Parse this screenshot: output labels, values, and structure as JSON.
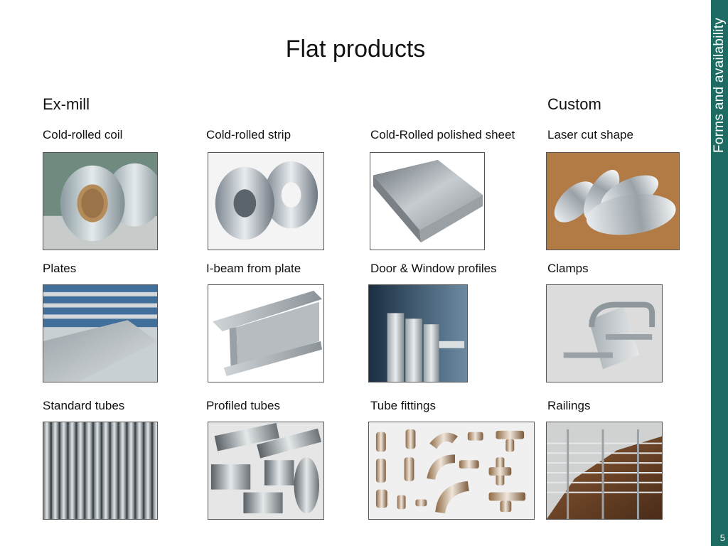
{
  "slide": {
    "title": "Flat products",
    "page_number": "5"
  },
  "sidebar": {
    "label": "Forms and availability",
    "color": "#1e6b63"
  },
  "sections": {
    "ex_mill": "Ex-mill",
    "custom": "Custom"
  },
  "products": [
    {
      "label": "Cold-rolled coil",
      "icon": "steel-coil-image"
    },
    {
      "label": "Cold-rolled strip",
      "icon": "steel-strip-image"
    },
    {
      "label": "Cold-Rolled polished sheet",
      "icon": "polished-sheet-image"
    },
    {
      "label": "Laser cut shape",
      "icon": "laser-cut-shape-image"
    },
    {
      "label": "Plates",
      "icon": "plates-image"
    },
    {
      "label": "I-beam from plate",
      "icon": "i-beam-image"
    },
    {
      "label": "Door & Window profiles",
      "icon": "profiles-image"
    },
    {
      "label": "Clamps",
      "icon": "clamp-image"
    },
    {
      "label": "Standard tubes",
      "icon": "tubes-image"
    },
    {
      "label": "Profiled tubes",
      "icon": "profiled-tubes-image"
    },
    {
      "label": "Tube fittings",
      "icon": "tube-fittings-image"
    },
    {
      "label": "Railings",
      "icon": "railings-image"
    }
  ]
}
